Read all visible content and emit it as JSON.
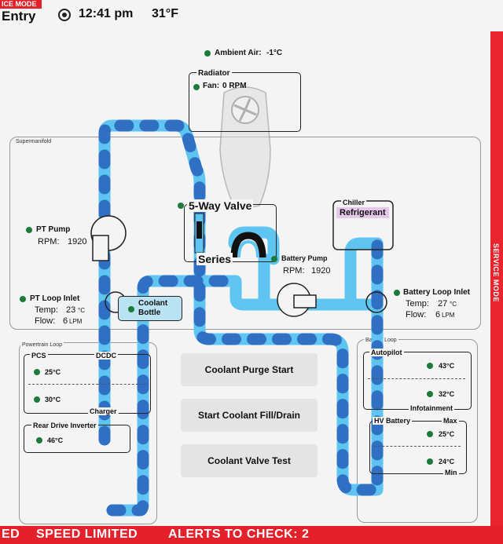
{
  "status": {
    "service_mode": "ICE MODE",
    "gear": "Entry",
    "time": "12:41 pm",
    "outside_temp": "31°F"
  },
  "side": {
    "label": "SERVICE MODE"
  },
  "footer": {
    "left": "ED",
    "speed": "SPEED LIMITED",
    "alerts": "ALERTS TO CHECK: 2"
  },
  "ambient": {
    "label": "Ambient Air:",
    "value": "-1°C"
  },
  "radiator": {
    "title": "Radiator",
    "fan_label": "Fan:",
    "fan_value": "0 RPM"
  },
  "supermanifold": {
    "label": "Supermanifold"
  },
  "five_way": {
    "title": "5-Way Valve",
    "mode": "Series"
  },
  "chiller": {
    "title": "Chiller",
    "state": "Refrigerant"
  },
  "pt_pump": {
    "title": "PT Pump",
    "rpm_label": "RPM:",
    "rpm": "1920"
  },
  "battery_pump": {
    "title": "Battery Pump",
    "rpm_label": "RPM:",
    "rpm": "1920"
  },
  "pt_loop_inlet": {
    "title": "PT Loop Inlet",
    "temp_label": "Temp:",
    "temp": "23",
    "temp_unit": "°C",
    "flow_label": "Flow:",
    "flow": "6",
    "flow_unit": "LPM"
  },
  "battery_loop_inlet": {
    "title": "Battery Loop Inlet",
    "temp_label": "Temp:",
    "temp": "27",
    "temp_unit": "°C",
    "flow_label": "Flow:",
    "flow": "6",
    "flow_unit": "LPM"
  },
  "coolant_bottle": {
    "line1": "Coolant",
    "line2": "Bottle"
  },
  "powertrain_loop": {
    "label": "Powertrain Loop",
    "pcs": "PCS",
    "dcdc": "DCDC",
    "pcs_temp": "25°C",
    "dcdc_temp": "30°C",
    "charger": "Charger",
    "rdi_title": "Rear Drive Inverter",
    "rdi_temp": "46°C"
  },
  "battery_loop": {
    "label": "Battery Loop",
    "autopilot": "Autopilot",
    "autopilot_temp": "43°C",
    "infotainment_temp": "32°C",
    "infotainment": "Infotainment",
    "hv_battery": "HV Battery",
    "max": "Max",
    "max_temp": "25°C",
    "min_temp": "24°C",
    "min": "Min"
  },
  "actions": {
    "purge": "Coolant Purge Start",
    "fill": "Start Coolant Fill/Drain",
    "valve_test": "Coolant Valve Test"
  },
  "colors": {
    "pipe": "#5ec4f0",
    "pipe_dash": "#2f6fc4",
    "status_dot": "#1d7a3a",
    "alert_red": "#e4202a"
  }
}
